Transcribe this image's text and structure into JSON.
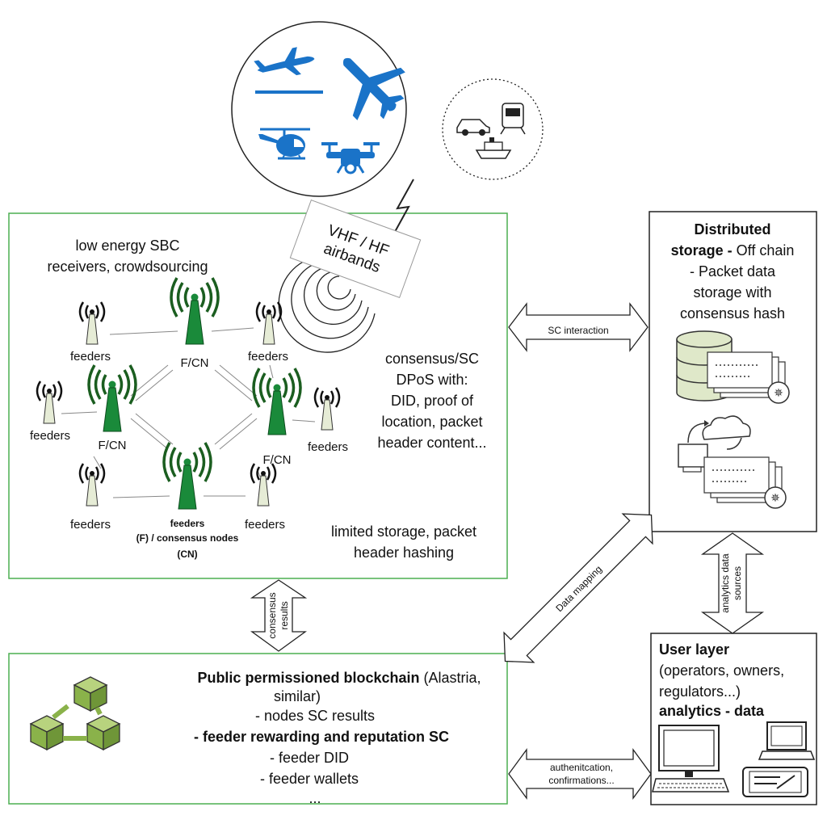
{
  "colors": {
    "aircraft": "#1a73c8",
    "antenna_green": "#1a8a3a",
    "antenna_light": "#e6ecd6",
    "box_border_green": "#4caf50",
    "blockchain_green": "#8ab24a",
    "database_green": "#dfe8c9"
  },
  "icons": [
    "airplane-icon",
    "airplane-large-icon",
    "helicopter-icon",
    "drone-icon",
    "car-icon",
    "train-icon",
    "ship-icon",
    "antenna-icon",
    "radio-wave-icon",
    "database-icon",
    "document-seal-icon",
    "cloud-sync-icon",
    "blockchain-cubes-icon",
    "desktop-computer-icon",
    "laptop-icon",
    "tablet-icon",
    "lightning-icon"
  ],
  "radio": {
    "line1": "VHF / HF",
    "line2": "airbands"
  },
  "network": {
    "intro_line1": "low energy SBC",
    "intro_line2": "receivers, crowdsourcing",
    "feeders_label": "feeders",
    "fcn_label": "F/CN",
    "legend_line1": "feeders",
    "legend_line2": "(F) / consensus nodes",
    "legend_line3": "(CN)",
    "consensus_lines": [
      "consensus/SC",
      "DPoS with:",
      "DID, proof of",
      "location, packet",
      "header content..."
    ],
    "storage_lines": [
      "limited storage, packet",
      "header hashing"
    ]
  },
  "storage": {
    "line1_bold": "Distributed",
    "line2_bold": "storage -",
    "line2_rest": " Off chain",
    "line3": "- Packet data",
    "line4": "storage with",
    "line5": "consensus hash"
  },
  "user_layer": {
    "title": "User layer",
    "line2": "(operators, owners,",
    "line3": "regulators...)",
    "line4_bold": "analytics - data"
  },
  "blockchain": {
    "title_bold": "Public permissioned blockchain",
    "title_rest": " (Alastria,",
    "line2": "similar)",
    "line3": "- nodes SC results",
    "line4_bold": "- feeder rewarding and reputation SC",
    "line5": "- feeder DID",
    "line6": "- feeder wallets",
    "line7": "..."
  },
  "arrows": {
    "sc_interaction": "SC interaction",
    "consensus_line1": "consensus",
    "consensus_line2": "results",
    "data_mapping": "Data mapping",
    "analytics_line1": "analytics data",
    "analytics_line2": "sources",
    "auth_line1": "authenitcation,",
    "auth_line2": "confirmations..."
  }
}
